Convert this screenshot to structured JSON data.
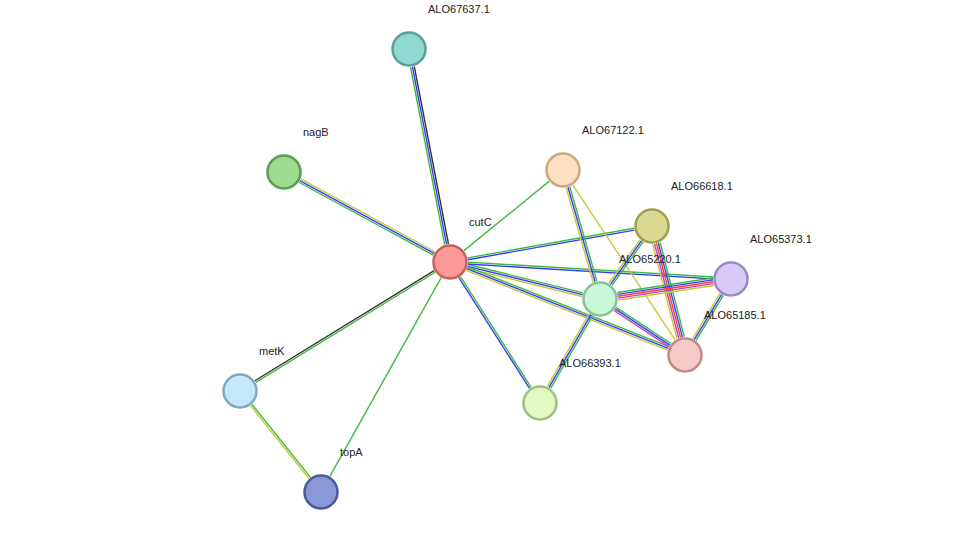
{
  "diagram": {
    "nodes": [
      {
        "text": [
          "ALO67637.1"
        ]
      },
      {
        "text": [
          "nagB"
        ]
      },
      {
        "text": [
          "ALO67122.1"
        ]
      },
      {
        "text": [
          "ALO66618.1"
        ]
      },
      {
        "text": [
          "cutC"
        ]
      },
      {
        "text": [
          "ALO65373.1"
        ]
      },
      {
        "text": [
          "ALO65220.1"
        ]
      },
      {
        "text": [
          "ALO65185.1"
        ]
      },
      {
        "text": [
          "metK"
        ]
      },
      {
        "text": [
          "ALO66393.1"
        ]
      },
      {
        "text": [
          "topA"
        ]
      }
    ],
    "edges": [
      {
        "from": 4,
        "to": 0,
        "arrow": "none"
      },
      {
        "from": 4,
        "to": 1,
        "arrow": "none"
      },
      {
        "from": 4,
        "to": 2,
        "arrow": "none"
      },
      {
        "from": 4,
        "to": 3,
        "arrow": "none"
      },
      {
        "from": 4,
        "to": 6,
        "arrow": "none"
      },
      {
        "from": 4,
        "to": 5,
        "arrow": "none"
      },
      {
        "from": 4,
        "to": 7,
        "arrow": "none"
      },
      {
        "from": 4,
        "to": 8,
        "arrow": "none"
      },
      {
        "from": 4,
        "to": 10,
        "arrow": "none"
      },
      {
        "from": 4,
        "to": 9,
        "arrow": "none"
      },
      {
        "from": 8,
        "to": 10,
        "arrow": "none"
      },
      {
        "from": 2,
        "to": 6,
        "arrow": "none"
      },
      {
        "from": 2,
        "to": 7,
        "arrow": "none"
      },
      {
        "from": 3,
        "to": 6,
        "arrow": "none"
      },
      {
        "from": 3,
        "to": 7,
        "arrow": "none"
      },
      {
        "from": 6,
        "to": 5,
        "arrow": "none"
      },
      {
        "from": 6,
        "to": 7,
        "arrow": "none"
      },
      {
        "from": 5,
        "to": 7,
        "arrow": "none"
      },
      {
        "from": 6,
        "to": 9,
        "arrow": "none"
      }
    ]
  }
}
